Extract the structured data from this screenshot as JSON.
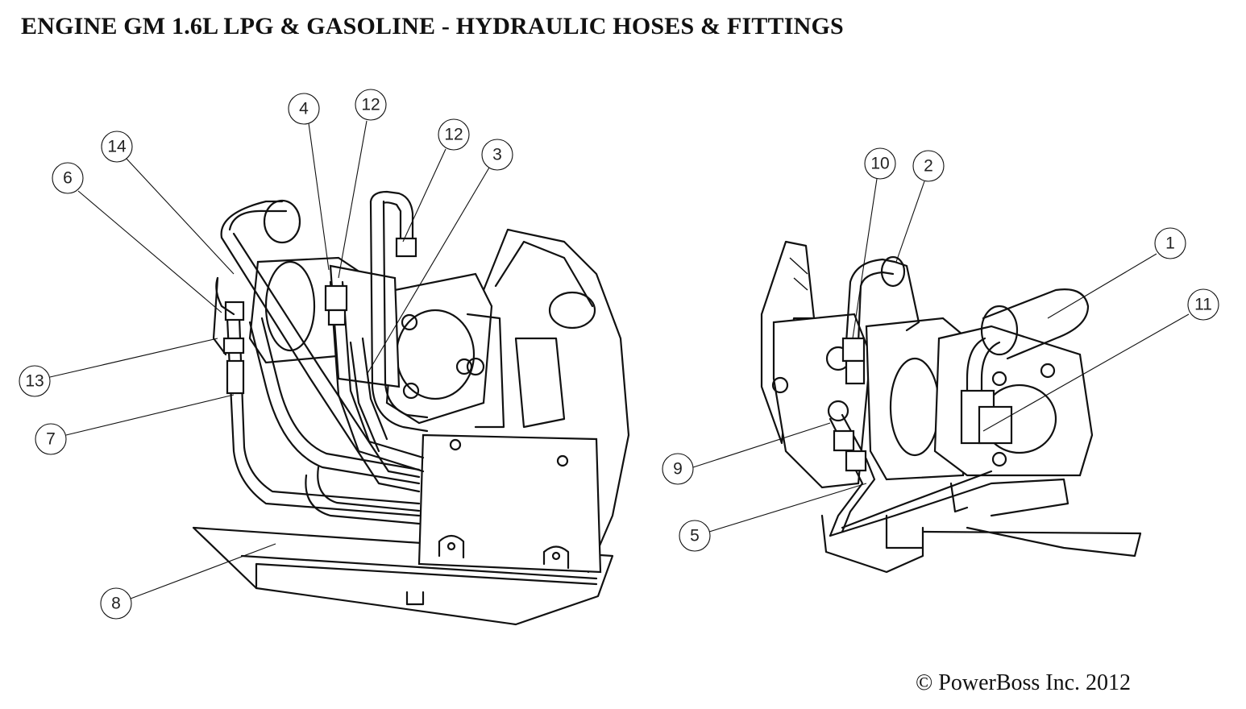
{
  "title": "ENGINE GM 1.6L LPG & GASOLINE - HYDRAULIC HOSES & FITTINGS",
  "copyright": "© PowerBoss Inc. 2012",
  "callouts": [
    {
      "id": "callout-4",
      "label": "4"
    },
    {
      "id": "callout-12a",
      "label": "12"
    },
    {
      "id": "callout-12b",
      "label": "12"
    },
    {
      "id": "callout-14",
      "label": "14"
    },
    {
      "id": "callout-3",
      "label": "3"
    },
    {
      "id": "callout-6",
      "label": "6"
    },
    {
      "id": "callout-13",
      "label": "13"
    },
    {
      "id": "callout-7",
      "label": "7"
    },
    {
      "id": "callout-8",
      "label": "8"
    },
    {
      "id": "callout-10",
      "label": "10"
    },
    {
      "id": "callout-2",
      "label": "2"
    },
    {
      "id": "callout-1",
      "label": "1"
    },
    {
      "id": "callout-11",
      "label": "11"
    },
    {
      "id": "callout-9",
      "label": "9"
    },
    {
      "id": "callout-5",
      "label": "5"
    }
  ]
}
